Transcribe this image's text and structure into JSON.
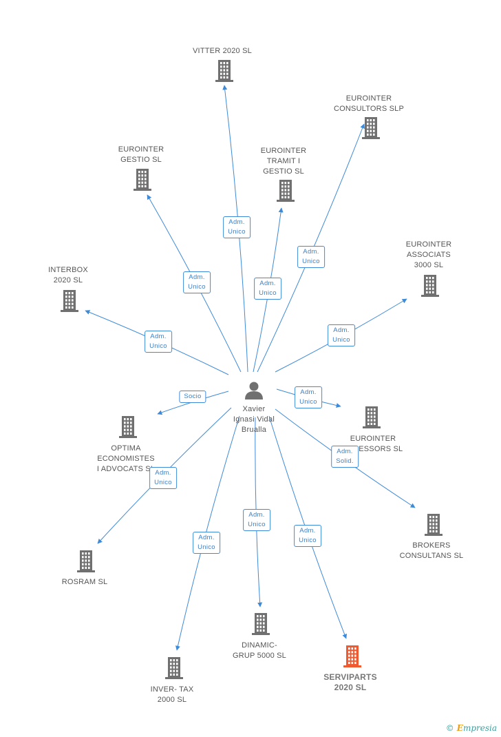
{
  "center": {
    "name": "Xavier\nIgnasi Vidal\nBrualla",
    "icon": "person-icon"
  },
  "colors": {
    "edge": "#3d8ad8",
    "building": "#707070",
    "highlight": "#f05a30"
  },
  "companies": [
    {
      "id": "vitter",
      "name": "VITTER 2020 SL",
      "role": "Adm.\nUnico",
      "icon": "building-icon"
    },
    {
      "id": "consultors",
      "name": "EUROINTER\nCONSULTORS SLP",
      "role": "Adm.\nUnico",
      "icon": "building-icon"
    },
    {
      "id": "gestio",
      "name": "EUROINTER\nGESTIO SL",
      "role": "Adm.\nUnico",
      "icon": "building-icon"
    },
    {
      "id": "tramit",
      "name": "EUROINTER\nTRAMIT I\nGESTIO SL",
      "role": "Adm.\nUnico",
      "icon": "building-icon"
    },
    {
      "id": "associats",
      "name": "EUROINTER\nASSOCIATS\n3000 SL",
      "role": "Adm.\nUnico",
      "icon": "building-icon"
    },
    {
      "id": "interbox",
      "name": "INTERBOX\n2020 SL",
      "role": "Adm.\nUnico",
      "icon": "building-icon"
    },
    {
      "id": "optima",
      "name": "OPTIMA\nECONOMISTES\nI ADVOCATS SL",
      "role": "Socio",
      "icon": "building-icon"
    },
    {
      "id": "assessors",
      "name": "EUROINTER\nASSESSORS SL",
      "role": "Adm.\nUnico",
      "icon": "building-icon"
    },
    {
      "id": "brokers",
      "name": "BROKERS\nCONSULTANS SL",
      "role": "Adm.\nSolid.",
      "icon": "building-icon"
    },
    {
      "id": "rosram",
      "name": "ROSRAM SL",
      "role": "Adm.\nUnico",
      "icon": "building-icon"
    },
    {
      "id": "invertax",
      "name": "INVER- TAX\n2000 SL",
      "role": "Adm.\nUnico",
      "icon": "building-icon"
    },
    {
      "id": "dinamic",
      "name": "DINAMIC-\nGRUP 5000  SL",
      "role": "Adm.\nUnico",
      "icon": "building-icon"
    },
    {
      "id": "serviparts",
      "name": "SERVIPARTS\n2020 SL",
      "role": "Adm.\nUnico",
      "icon": "building-icon",
      "highlight": true
    }
  ],
  "footer": {
    "copyright": "©",
    "brand_initial": "E",
    "brand_rest": "mpresia"
  }
}
